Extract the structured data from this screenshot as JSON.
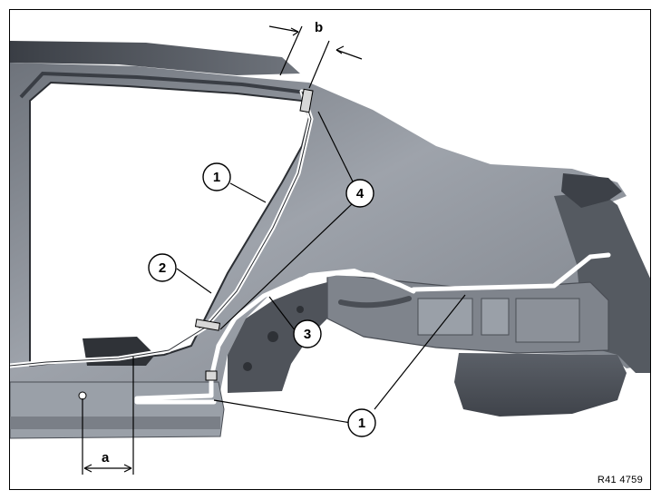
{
  "callouts": {
    "c1_upper": "1",
    "c2": "2",
    "c4": "4",
    "c3": "3",
    "c1_lower": "1"
  },
  "dimensions": {
    "a": "a",
    "b": "b"
  },
  "reference_code": "R41 4759",
  "colors": {
    "panel": "#8a8f98",
    "panel_dark": "#5f646c",
    "section_cut": "#ffffff",
    "ink": "#000000"
  }
}
